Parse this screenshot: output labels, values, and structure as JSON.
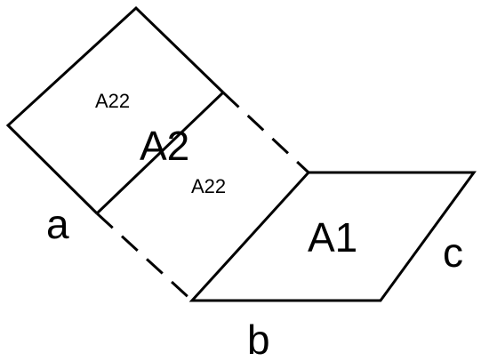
{
  "labels": {
    "a22_top": "A22",
    "a2": "A2",
    "a22_bottom": "A22",
    "a1": "A1",
    "a": "a",
    "b": "b",
    "c": "c"
  },
  "colors": {
    "line": "#000000",
    "background": "#ffffff"
  }
}
